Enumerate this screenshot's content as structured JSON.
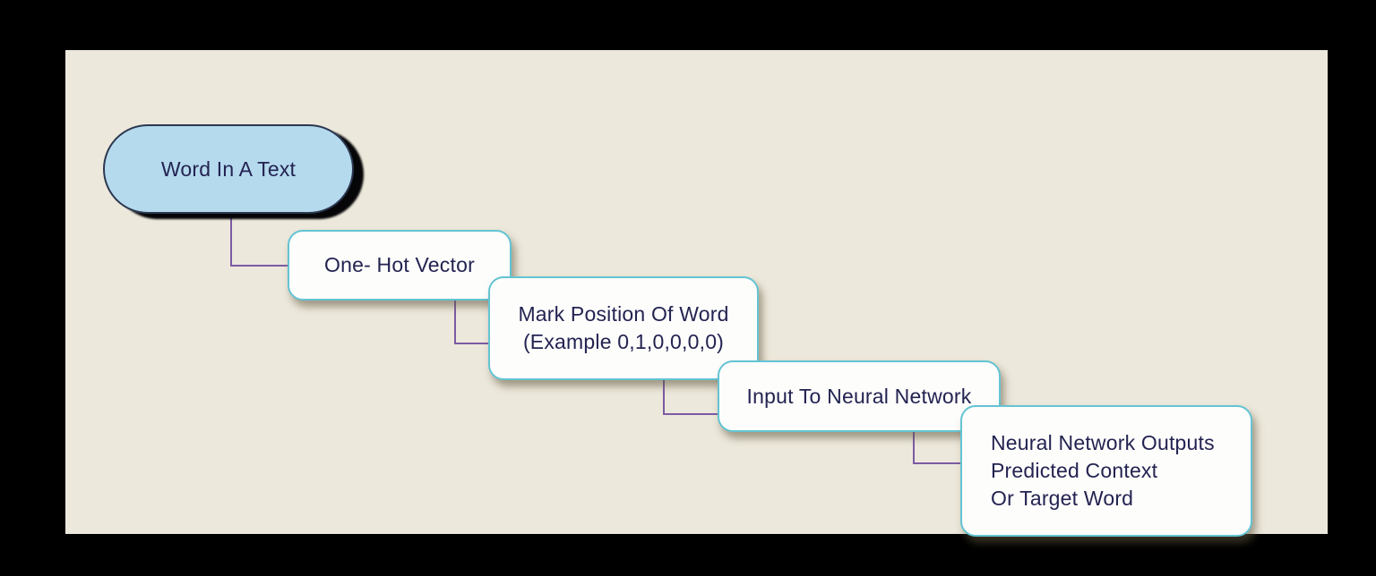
{
  "colors": {
    "outer_background": "#000000",
    "board_background": "#ece8db",
    "pill_fill": "#b5daee",
    "pill_border": "#2c3850",
    "pill_shadow": "#060608",
    "card_fill": "#fdfdfc",
    "card_border": "#63c4d3",
    "connector": "#7c5aa4",
    "text": "#232351"
  },
  "flowchart": {
    "nodes": [
      {
        "id": "word-in-a-text",
        "shape": "pill",
        "lines": [
          "Word In A Text"
        ]
      },
      {
        "id": "one-hot-vector",
        "shape": "rounded-rect",
        "lines": [
          "One- Hot Vector"
        ]
      },
      {
        "id": "mark-position-of-word",
        "shape": "rounded-rect",
        "lines": [
          "Mark Position Of Word",
          "(Example 0,1,0,0,0,0)"
        ]
      },
      {
        "id": "input-to-neural-network",
        "shape": "rounded-rect",
        "lines": [
          "Input To Neural Network"
        ]
      },
      {
        "id": "neural-network-outputs",
        "shape": "rounded-rect",
        "lines": [
          "Neural Network Outputs",
          "Predicted Context",
          "Or Target Word"
        ]
      }
    ],
    "connections": [
      {
        "from": "word-in-a-text",
        "to": "one-hot-vector"
      },
      {
        "from": "one-hot-vector",
        "to": "mark-position-of-word"
      },
      {
        "from": "mark-position-of-word",
        "to": "input-to-neural-network"
      },
      {
        "from": "input-to-neural-network",
        "to": "neural-network-outputs"
      }
    ]
  }
}
